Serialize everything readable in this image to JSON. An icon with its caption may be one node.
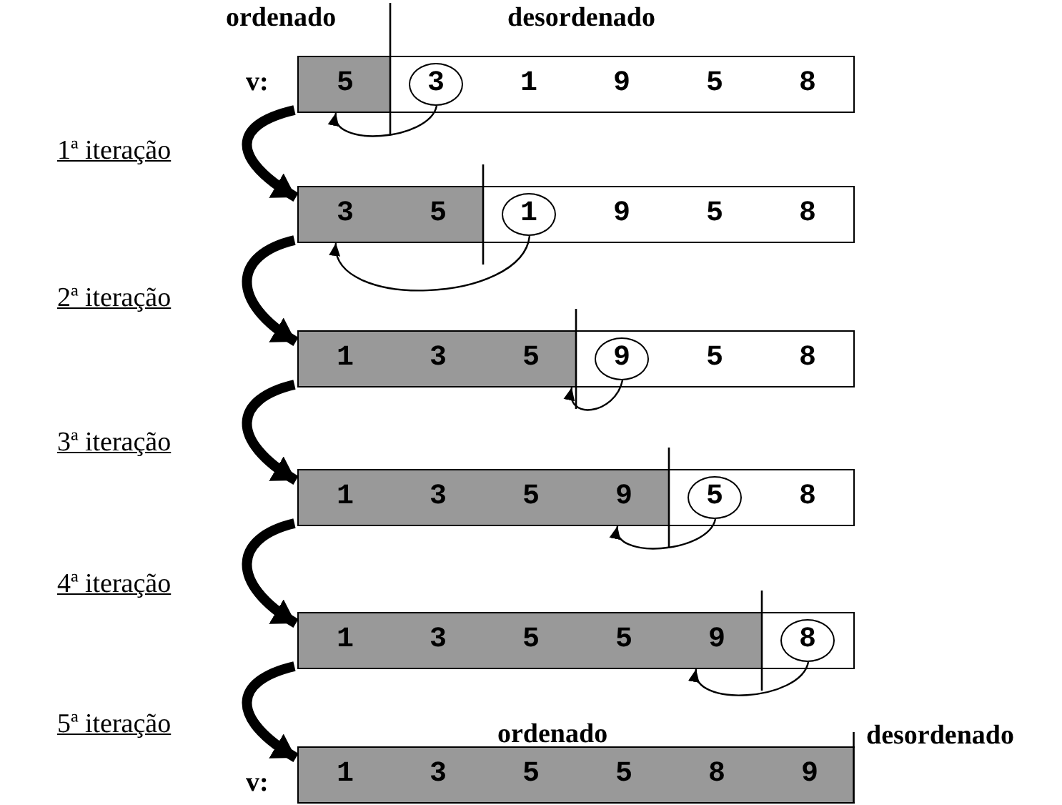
{
  "diagram": {
    "nodes": [
      {
        "text": [],
        "shape": "bar"
      },
      {
        "text": [
          "5"
        ],
        "in": 0
      },
      {
        "text": [
          "1",
          "9",
          "5",
          "8"
        ],
        "in": 0
      },
      {
        "text": [
          "3"
        ],
        "in": 2
      },
      {
        "text": [],
        "shape": "bar"
      },
      {
        "text": [
          "3",
          "5"
        ],
        "in": 4
      },
      {
        "text": [
          "9",
          "5",
          "8"
        ],
        "in": 4
      },
      {
        "text": [
          "1"
        ],
        "in": 6
      },
      {
        "text": [],
        "shape": "bar"
      },
      {
        "text": [
          "1",
          "3",
          "5"
        ],
        "in": 8
      },
      {
        "text": [
          "5",
          "8"
        ],
        "in": 8
      },
      {
        "text": [
          "9"
        ],
        "in": 10
      },
      {
        "text": [],
        "shape": "bar"
      },
      {
        "text": [
          "1",
          "3",
          "5",
          "9"
        ],
        "in": 12
      },
      {
        "text": [
          "8"
        ],
        "in": 12
      },
      {
        "text": [
          "5"
        ],
        "in": 14
      },
      {
        "text": [],
        "shape": "bar"
      },
      {
        "text": [
          "1",
          "3",
          "5",
          "5",
          "9"
        ],
        "in": 16
      },
      {
        "text": [],
        "shape": "box",
        "in": 16
      },
      {
        "text": [
          "8"
        ],
        "in": 18
      },
      {
        "text": [],
        "shape": "bar"
      },
      {
        "text": [
          "1",
          "3",
          "5",
          "5",
          "8",
          "9"
        ],
        "in": 20
      }
    ],
    "edges": [
      {
        "from": 3,
        "to": 1,
        "arrow": "to"
      },
      {
        "from": 7,
        "to": 5,
        "arrow": "to"
      },
      {
        "from": 11,
        "to": 9,
        "arrow": "to"
      },
      {
        "from": 15,
        "to": 13,
        "arrow": "to"
      },
      {
        "from": 19,
        "to": 17,
        "arrow": "to"
      },
      {
        "from": 0,
        "to": 4,
        "arrow": "to",
        "style": "thick"
      },
      {
        "from": 4,
        "to": 8,
        "arrow": "to",
        "style": "thick"
      },
      {
        "from": 8,
        "to": 12,
        "arrow": "to",
        "style": "thick"
      },
      {
        "from": 12,
        "to": 16,
        "arrow": "to",
        "style": "thick"
      },
      {
        "from": 16,
        "to": 20,
        "arrow": "to",
        "style": "thick"
      }
    ],
    "labels": [
      "ordenado",
      "desordenado",
      "v:",
      "1ª iteração",
      "2ª iteração",
      "3ª iteração",
      "4ª iteração",
      "5ª iteração",
      "ordenado",
      "desordenado",
      "v:"
    ]
  }
}
